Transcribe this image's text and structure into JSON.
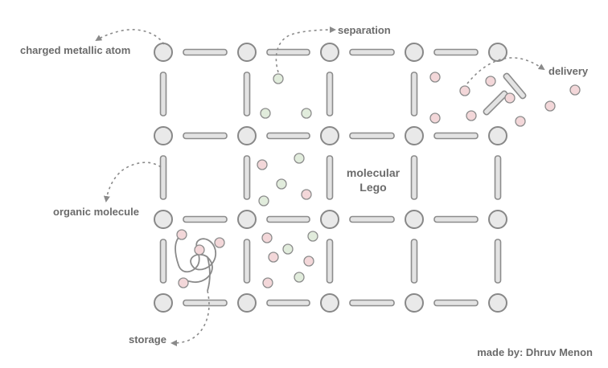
{
  "labels": {
    "charged_metallic_atom": "charged metallic atom",
    "separation": "separation",
    "delivery": "delivery",
    "organic_molecule": "organic molecule",
    "storage": "storage",
    "molecular_line1": "molecular",
    "molecular_line2": "Lego",
    "credit": "made by: Dhruv Menon"
  },
  "colors": {
    "node_fill": "#e9e9e9",
    "outline": "#888888",
    "particle_pink": "#f3d7d9",
    "particle_green": "#e1ecdc",
    "text": "#6b6b6b"
  },
  "grid": {
    "columns": 5,
    "rows": 4
  }
}
